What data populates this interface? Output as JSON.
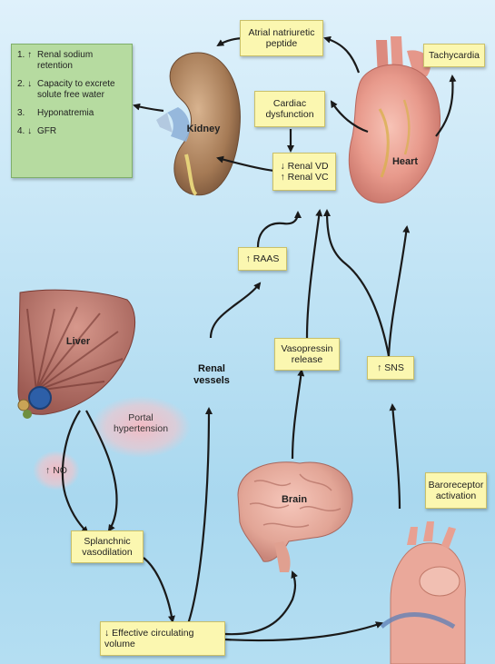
{
  "green_box": {
    "items": [
      {
        "num": "1. ↑",
        "text": "Renal sodium retention"
      },
      {
        "num": "2. ↓",
        "text": "Capacity to excrete solute free water"
      },
      {
        "num": "3.",
        "text": "Hyponatremia"
      },
      {
        "num": "4. ↓",
        "text": "GFR"
      }
    ]
  },
  "boxes": {
    "anp": "Atrial natriuretic peptide",
    "tachycardia": "Tachycardia",
    "cardiac_dysfunction": "Cardiac dysfunction",
    "renal_vd": "↓ Renal VD",
    "renal_vc": "↑ Renal VC",
    "raas": "↑ RAAS",
    "vasopressin": "Vasopressin release",
    "sns": "↑ SNS",
    "baroreceptor": "Baroreceptor activation",
    "splanchnic": "Splanchnic vasodilation",
    "effective_volume": "↓ Effective circulating volume"
  },
  "labels": {
    "kidney": "Kidney",
    "heart": "Heart",
    "liver": "Liver",
    "brain": "Brain",
    "renal_vessels": "Renal vessels",
    "portal_hypertension": "Portal hypertension",
    "no": "↑ NO"
  },
  "colors": {
    "box_fill": "#fbf7b0",
    "green_fill": "#b6dba0",
    "background": "#c2e4f5",
    "arrow": "#1a1a1a"
  }
}
